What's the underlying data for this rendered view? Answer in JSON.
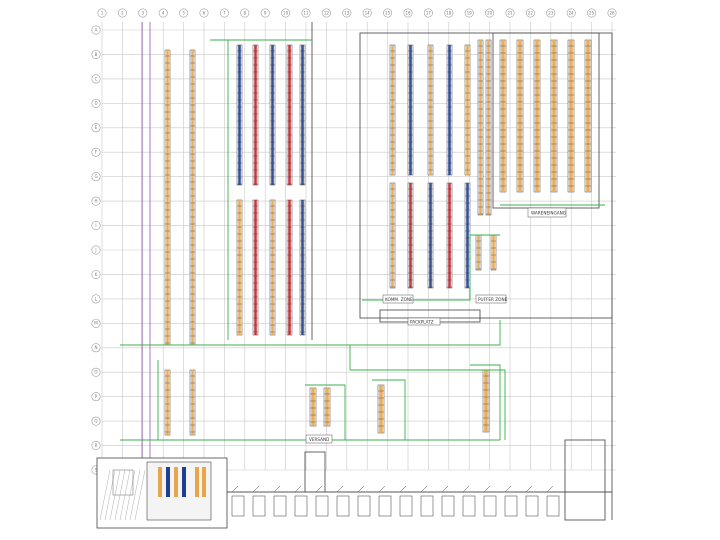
{
  "drawing": {
    "title": "",
    "grid_columns": [
      "1",
      "2",
      "3",
      "4",
      "5",
      "6",
      "7",
      "8",
      "9",
      "10",
      "11",
      "12",
      "13",
      "14",
      "15",
      "16",
      "17",
      "18",
      "19",
      "20",
      "21",
      "22",
      "23",
      "24",
      "25",
      "26"
    ],
    "grid_rows": [
      "A",
      "B",
      "C",
      "D",
      "E",
      "F",
      "G",
      "H",
      "I",
      "J",
      "K",
      "L",
      "M",
      "N",
      "O",
      "P",
      "Q",
      "R",
      "S"
    ],
    "labels": {
      "label_wareneingang": "WARENEINGANG",
      "label_versand": "VERSAND",
      "label_kommission": "KOMM. ZONE",
      "label_puffer": "PUFFER ZONE",
      "label_packplatz": "PACKPLATZ"
    },
    "colors": {
      "rack_orange": "#e8a54b",
      "rack_blue": "#1f3f8f",
      "rack_red": "#c0262d",
      "aisle_green": "#37b24d",
      "grid_gray": "#c9c9c9",
      "boundary_purple": "#9b59b6",
      "wall_dark": "#555555"
    }
  }
}
